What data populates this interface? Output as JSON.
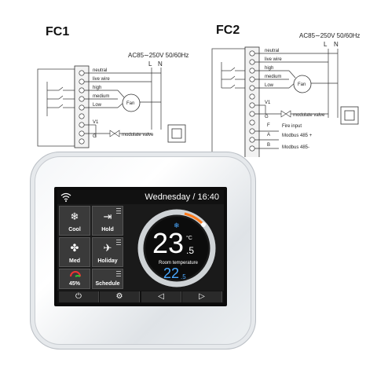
{
  "labels": {
    "fc1": "FC1",
    "fc2": "FC2"
  },
  "fc1": {
    "supply": "AC85∼250V   50/60Hz",
    "L": "L",
    "N": "N",
    "wires": [
      "neutral",
      "live wire",
      "high",
      "medium",
      "Low"
    ],
    "fan": "Fan",
    "v1": "V1",
    "g": "G",
    "valve": "modulate valve"
  },
  "fc2": {
    "supply": "AC85∼250V   50/60Hz",
    "L": "L",
    "N": "N",
    "wires": [
      "neutral",
      "live wire",
      "high",
      "medium",
      "Low"
    ],
    "fan": "Fan",
    "v1": "V1",
    "g": "G",
    "valve": "modulate valve",
    "f": "F",
    "fire": "Fire input",
    "a": "A",
    "modbusA": "Modbus 485 +",
    "b": "B",
    "modbusB": "Modbus 485-"
  },
  "device": {
    "day_time": "Wednesday / 16:40",
    "tiles": [
      {
        "icon": "snowflake-icon",
        "label": "Cool"
      },
      {
        "icon": "hold-icon",
        "label": "Hold"
      },
      {
        "icon": "fan-icon",
        "label": "Med"
      },
      {
        "icon": "airplane-icon",
        "label": "Holiday"
      },
      {
        "icon": "humidity-icon",
        "label": "45%"
      },
      {
        "icon": "schedule-icon",
        "label": "Schedule"
      }
    ],
    "setpoint": "23",
    "setpoint_decimal": ".5",
    "unit": "°C",
    "room_label": "Room temperature",
    "room_temp": "22",
    "room_temp_decimal": ".5",
    "bottom_buttons": [
      "power-icon",
      "settings-icon",
      "left-arrow-icon",
      "right-arrow-icon"
    ],
    "colors": {
      "accent_blue": "#4aa8ff",
      "arc_orange": "#ff7a1a",
      "screen_bg": "#1a1a1a"
    }
  }
}
